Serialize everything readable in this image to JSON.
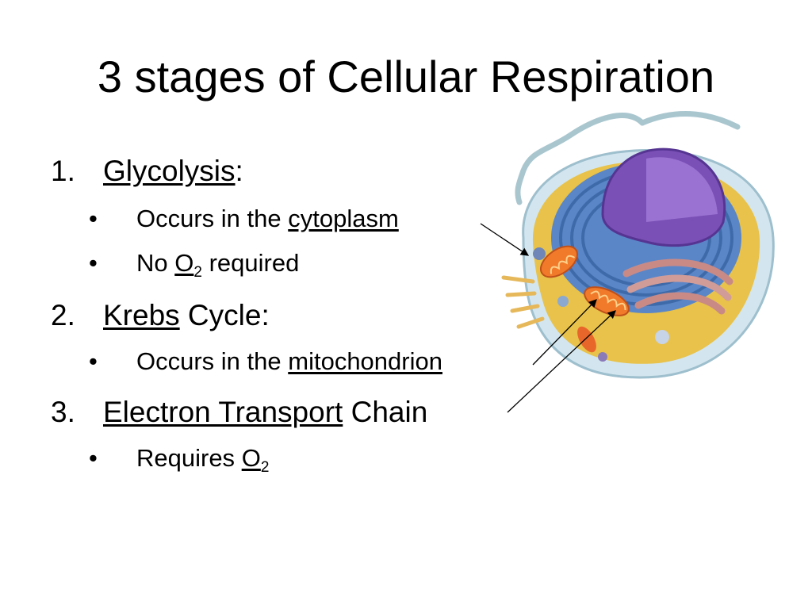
{
  "slide": {
    "title": "3 stages of Cellular Respiration",
    "items": [
      {
        "number": "1.",
        "term": "Glycolysis",
        "after": ":",
        "subitems": [
          {
            "bullet": "•",
            "text": "Occurs in the ",
            "term": "cytoplasm"
          },
          {
            "bullet": "•",
            "text": "No ",
            "o_letter": "O",
            "o_subscript": "2",
            "after": " required"
          }
        ]
      },
      {
        "number": "2.",
        "term": "Krebs",
        "after": " Cycle:",
        "subitems": [
          {
            "bullet": "•",
            "text": "Occurs in the ",
            "term": "mitochondrion"
          }
        ]
      },
      {
        "number": "3.",
        "term": "Electron Transport",
        "after": " Chain",
        "subitems": [
          {
            "bullet": "•",
            "text": "Requires ",
            "o_letter": "O",
            "o_subscript": "2"
          }
        ]
      }
    ]
  },
  "illustration": {
    "icon": "animal-cell-icon",
    "colors": {
      "membrane": "#cfe3ee",
      "cytoplasm": "#e8c24a",
      "er": "#4f7fc4",
      "nucleus": "#7a4fb6",
      "golgi": "#c98a86",
      "mitochondria": "#f07a2a"
    }
  }
}
